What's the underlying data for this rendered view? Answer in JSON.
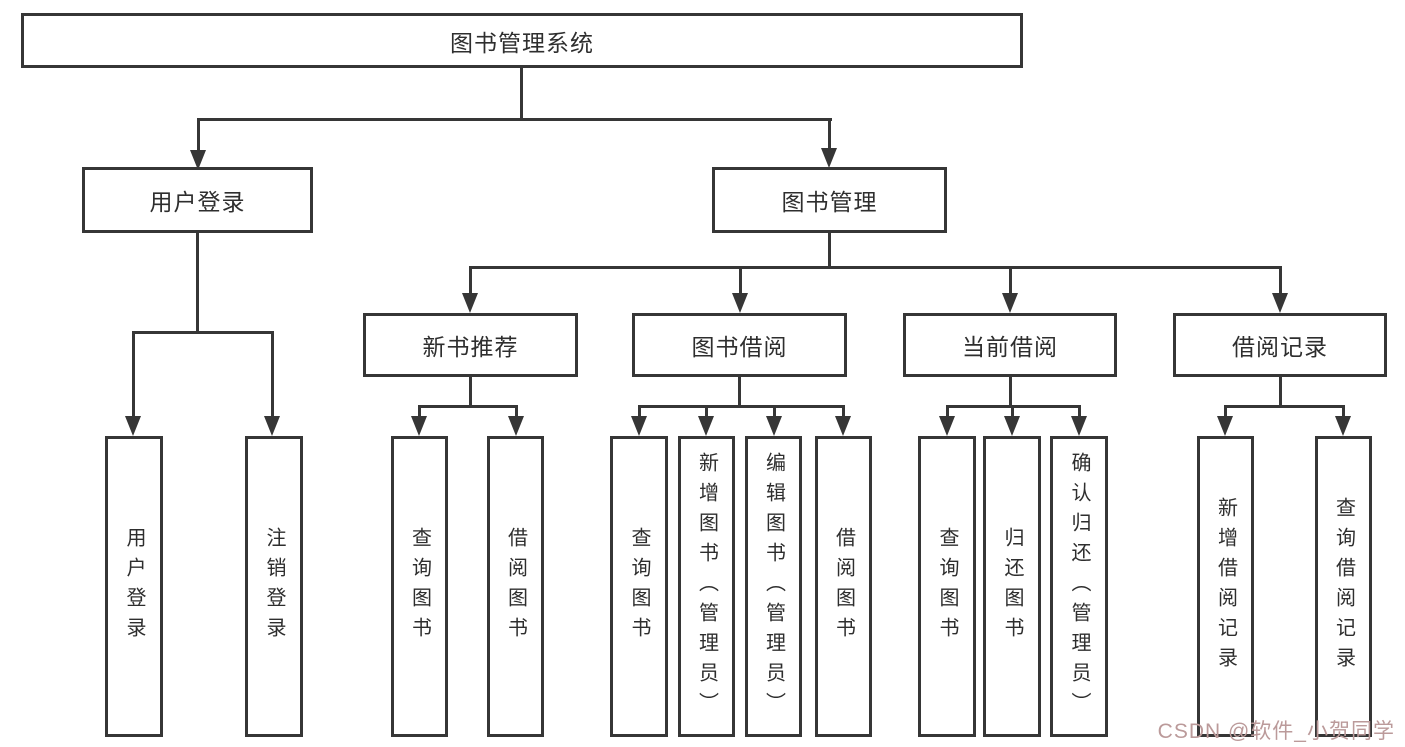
{
  "nodes": {
    "root": "图书管理系统",
    "user_login": "用户登录",
    "book_mgmt": "图书管理",
    "user_login_children": [
      "用户登录",
      "注销登录"
    ],
    "modules": [
      {
        "label": "新书推荐",
        "children": [
          "查询图书",
          "借阅图书"
        ]
      },
      {
        "label": "图书借阅",
        "children": [
          "查询图书",
          "新增图书（管理员）",
          "编辑图书（管理员）",
          "借阅图书"
        ]
      },
      {
        "label": "当前借阅",
        "children": [
          "查询图书",
          "归还图书",
          "确认归还（管理员）"
        ]
      },
      {
        "label": "借阅记录",
        "children": [
          "新增借阅记录",
          "查询借阅记录"
        ]
      }
    ]
  },
  "watermark": {
    "text": "CSDN @软件_小贺同学",
    "color": "#bb9a9a"
  },
  "colors": {
    "line": "#363636",
    "box_border": "#363636",
    "box_fill": "#ffffff",
    "text": "#2e2e2e",
    "background": "#ffffff"
  }
}
